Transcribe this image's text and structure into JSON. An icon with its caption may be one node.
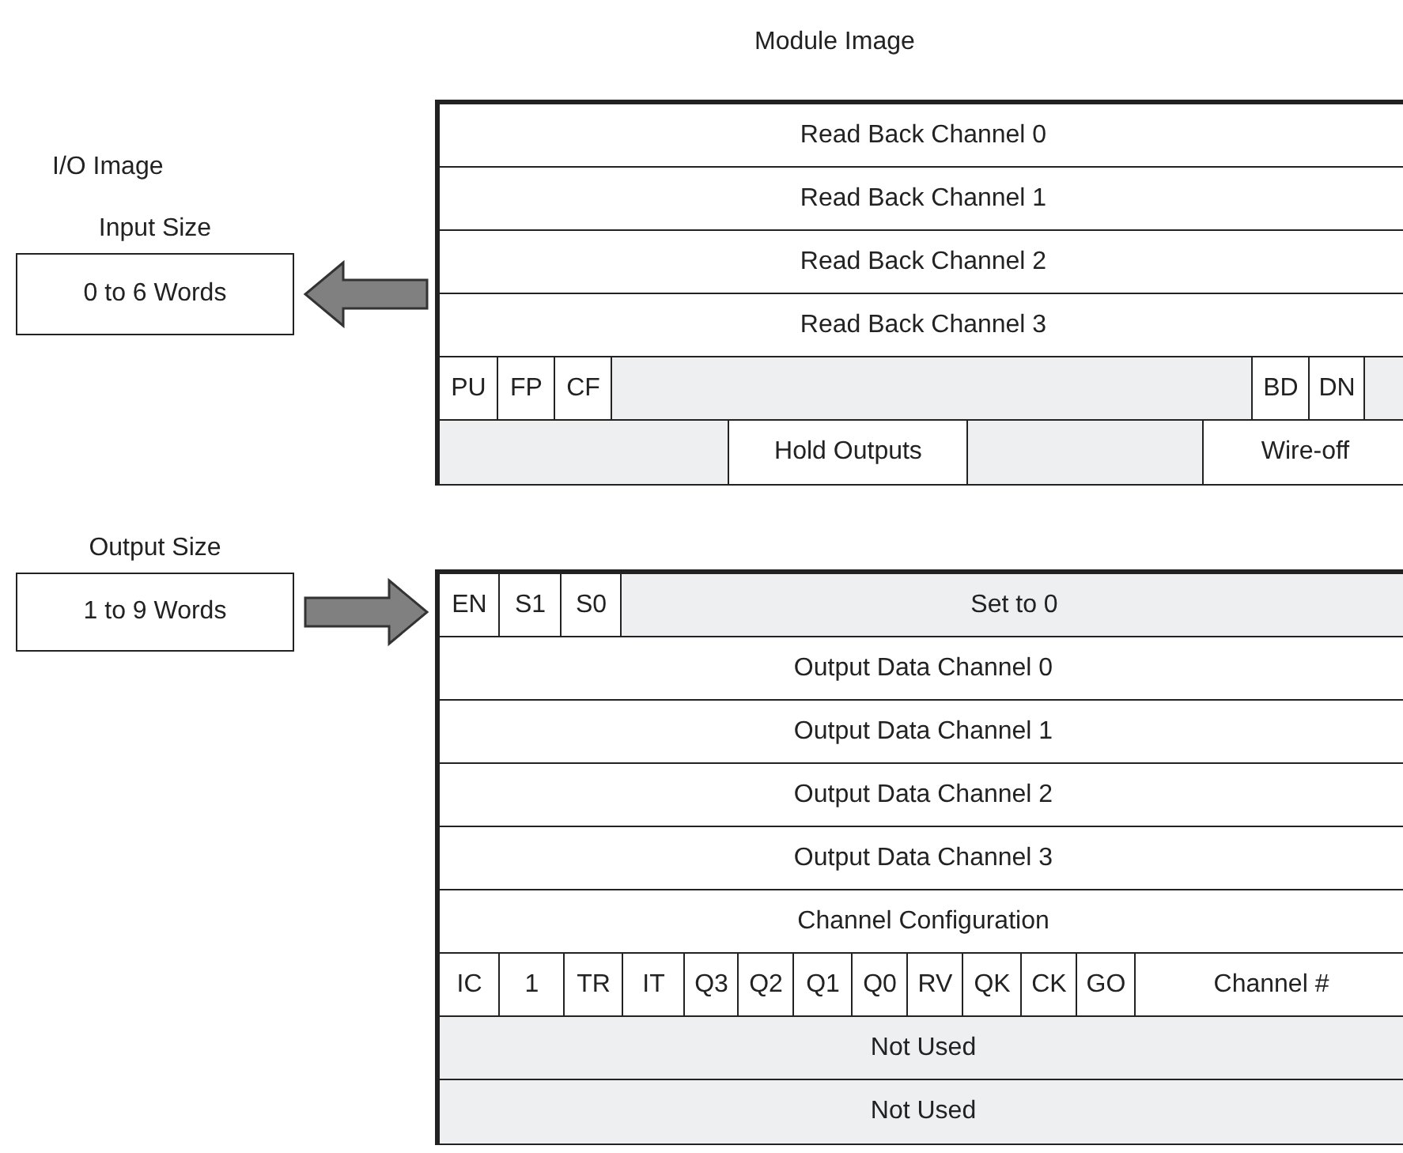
{
  "diagram": {
    "nodes": [
      {
        "text": [
          "Input Size",
          "0 to 6 Words"
        ]
      },
      {
        "text": [
          "Output Size",
          "1 to 9 Words"
        ]
      },
      {
        "text": [
          "Module Image"
        ]
      },
      {
        "text": [],
        "shape": "box",
        "in": 2
      },
      {
        "text": [
          "Read Back Channel 0"
        ],
        "in": 3
      },
      {
        "text": [
          "Read Back Channel 1"
        ],
        "in": 3
      },
      {
        "text": [
          "Read Back Channel 2"
        ],
        "in": 3
      },
      {
        "text": [
          "Read Back Channel 3"
        ],
        "in": 3
      },
      {
        "text": [
          "PU"
        ],
        "in": 3
      },
      {
        "text": [
          "FP"
        ],
        "in": 3
      },
      {
        "text": [
          "CF"
        ],
        "in": 3
      },
      {
        "text": [],
        "shape": "box",
        "in": 3
      },
      {
        "text": [
          "BD"
        ],
        "in": 3
      },
      {
        "text": [
          "DN"
        ],
        "in": 3
      },
      {
        "text": [],
        "shape": "box",
        "in": 3
      },
      {
        "text": [],
        "shape": "box",
        "in": 3
      },
      {
        "text": [
          "Hold Outputs"
        ],
        "in": 3
      },
      {
        "text": [],
        "shape": "box",
        "in": 3
      },
      {
        "text": [
          "Wire-off"
        ],
        "in": 3
      },
      {
        "text": [],
        "shape": "box",
        "in": 2
      },
      {
        "text": [
          "EN"
        ],
        "in": 19
      },
      {
        "text": [
          "S1"
        ],
        "in": 19
      },
      {
        "text": [
          "S0"
        ],
        "in": 19
      },
      {
        "text": [
          "Set to 0"
        ],
        "in": 19
      },
      {
        "text": [
          "Output Data Channel 0"
        ],
        "in": 19
      },
      {
        "text": [
          "Output Data Channel 1"
        ],
        "in": 19
      },
      {
        "text": [
          "Output Data Channel 2"
        ],
        "in": 19
      },
      {
        "text": [
          "Output Data Channel 3"
        ],
        "in": 19
      },
      {
        "text": [
          "Channel Configuration"
        ],
        "in": 19
      },
      {
        "text": [
          "IC"
        ],
        "in": 19
      },
      {
        "text": [
          "1"
        ],
        "in": 19
      },
      {
        "text": [
          "TR"
        ],
        "in": 19
      },
      {
        "text": [
          "IT"
        ],
        "in": 19
      },
      {
        "text": [
          "Q3"
        ],
        "in": 19
      },
      {
        "text": [
          "Q2"
        ],
        "in": 19
      },
      {
        "text": [
          "Q1"
        ],
        "in": 19
      },
      {
        "text": [
          "Q0"
        ],
        "in": 19
      },
      {
        "text": [
          "RV"
        ],
        "in": 19
      },
      {
        "text": [
          "QK"
        ],
        "in": 19
      },
      {
        "text": [
          "CK"
        ],
        "in": 19
      },
      {
        "text": [
          "GO"
        ],
        "in": 19
      },
      {
        "text": [
          "Channel #"
        ],
        "in": 19
      },
      {
        "text": [
          "Not Used"
        ],
        "in": 19
      },
      {
        "text": [
          "Not Used"
        ],
        "in": 19
      }
    ],
    "edges": [
      {
        "from": 3,
        "to": 0,
        "arrow": "to",
        "style": "thick"
      },
      {
        "from": 1,
        "to": 19,
        "arrow": "to",
        "style": "thick"
      }
    ],
    "labels": [
      "I/O Image"
    ]
  }
}
